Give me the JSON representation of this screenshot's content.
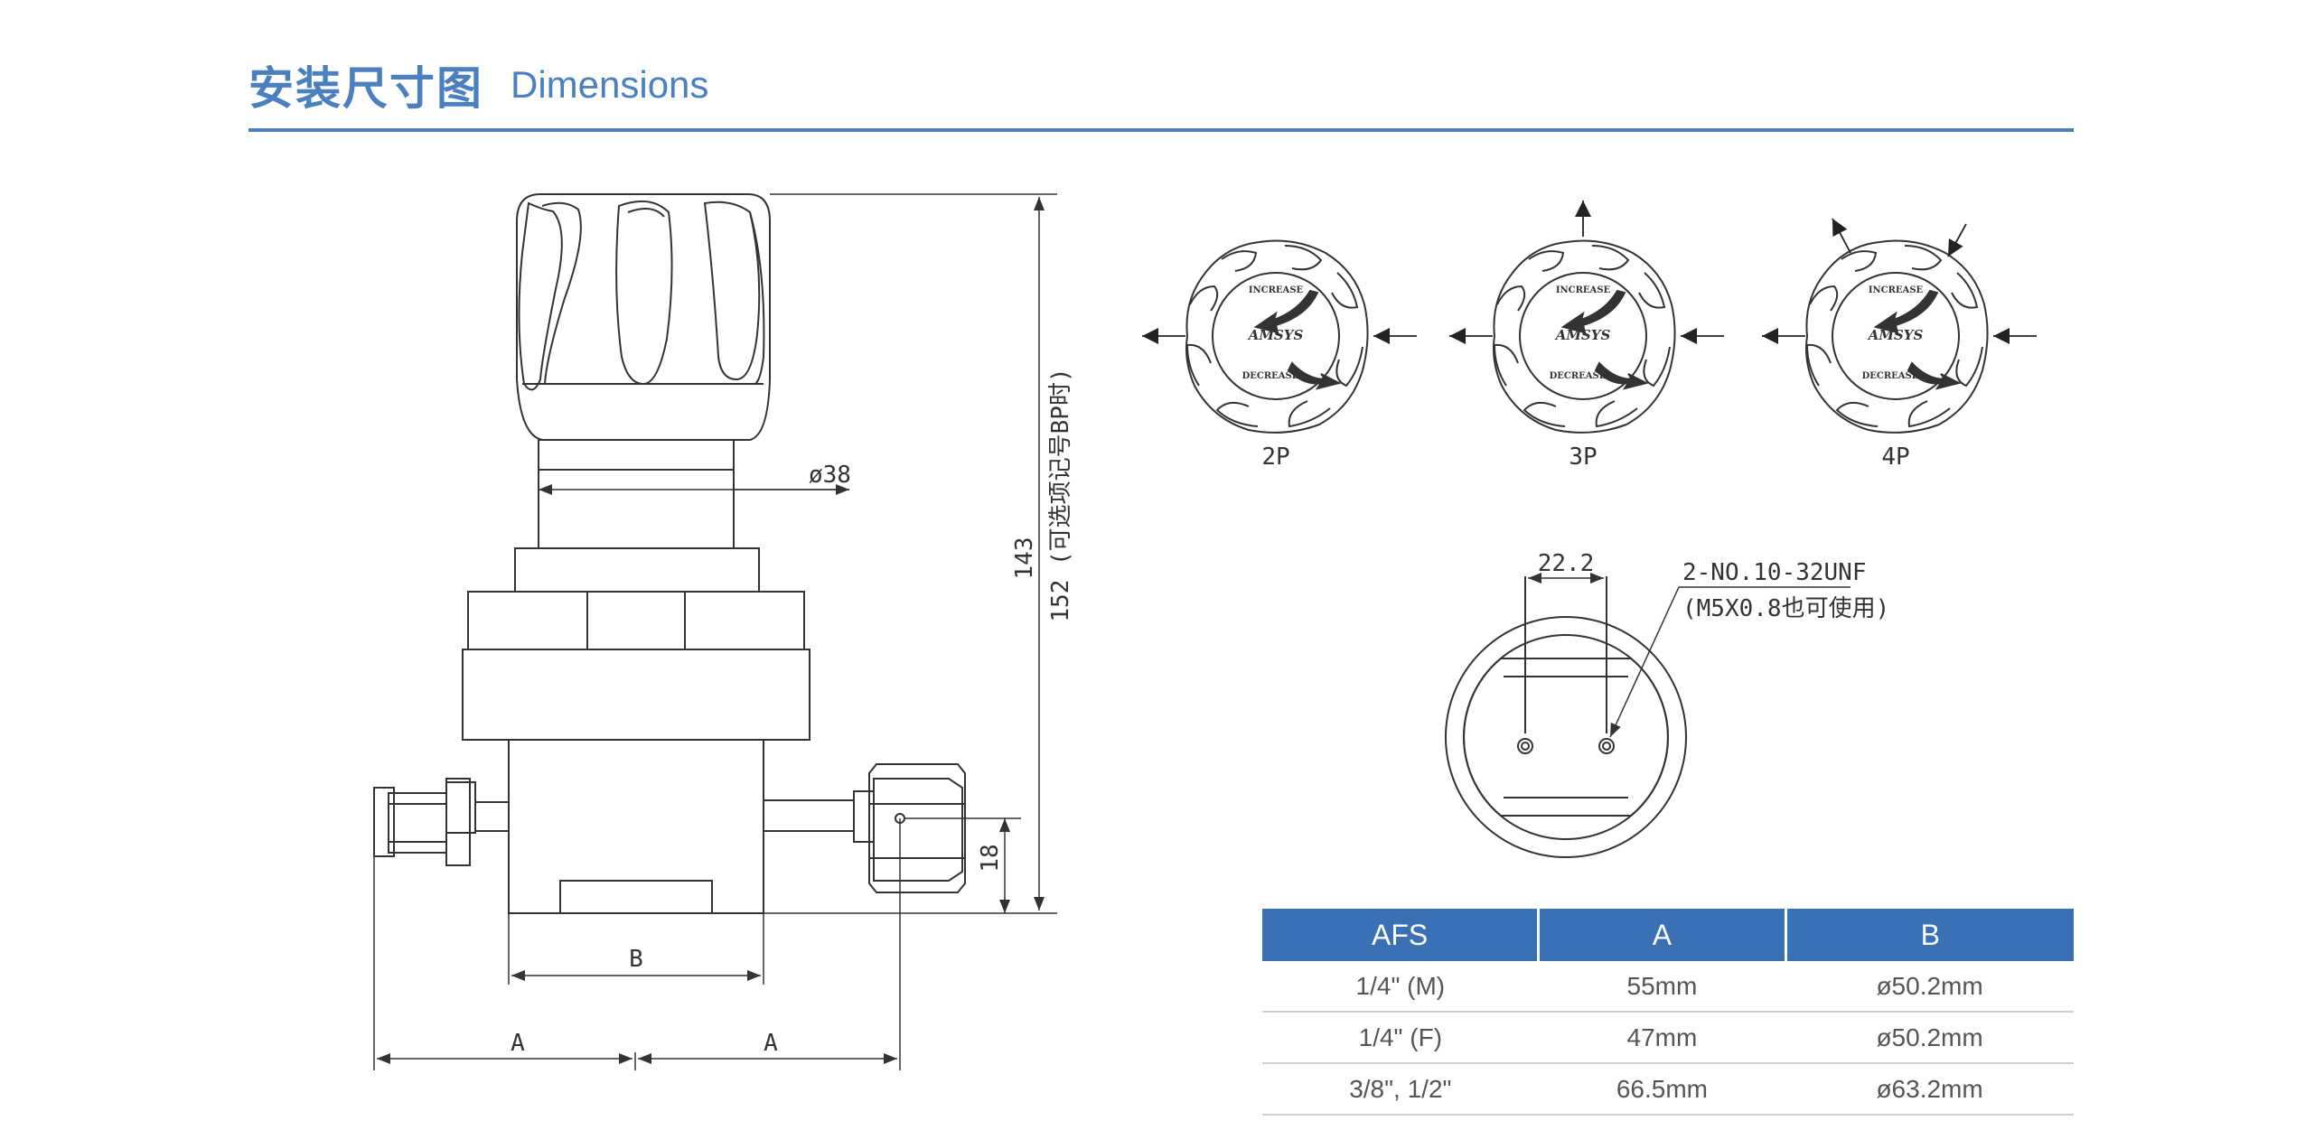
{
  "header": {
    "title_cn": "安装尺寸图",
    "title_en": "Dimensions"
  },
  "main_drawing": {
    "dia_38": "ø38",
    "height_143": "143",
    "height_152": "152 (可选项记号BP时)",
    "height_18": "18",
    "dim_b": "B",
    "dim_a_left": "A",
    "dim_a_right": "A"
  },
  "knobs": [
    {
      "label": "2P",
      "increase": "INCREASE",
      "decrease": "DECREASE",
      "brand": "AMSYS"
    },
    {
      "label": "3P",
      "increase": "INCREASE",
      "decrease": "DECREASE",
      "brand": "AMSYS"
    },
    {
      "label": "4P",
      "increase": "INCREASE",
      "decrease": "DECREASE",
      "brand": "AMSYS"
    }
  ],
  "bottom_view": {
    "spacing": "22.2",
    "thread": "2-NO.10-32UNF",
    "thread_alt": "(M5X0.8也可使用)"
  },
  "table": {
    "headers": [
      "AFS",
      "A",
      "B"
    ],
    "rows": [
      [
        "1/4\" (M)",
        "55mm",
        "ø50.2mm"
      ],
      [
        "1/4\" (F)",
        "47mm",
        "ø50.2mm"
      ],
      [
        "3/8\", 1/2\"",
        "66.5mm",
        "ø63.2mm"
      ]
    ]
  },
  "colors": {
    "accent": "#4a7fc0",
    "table_header": "#3a70b5",
    "line": "#333333"
  }
}
